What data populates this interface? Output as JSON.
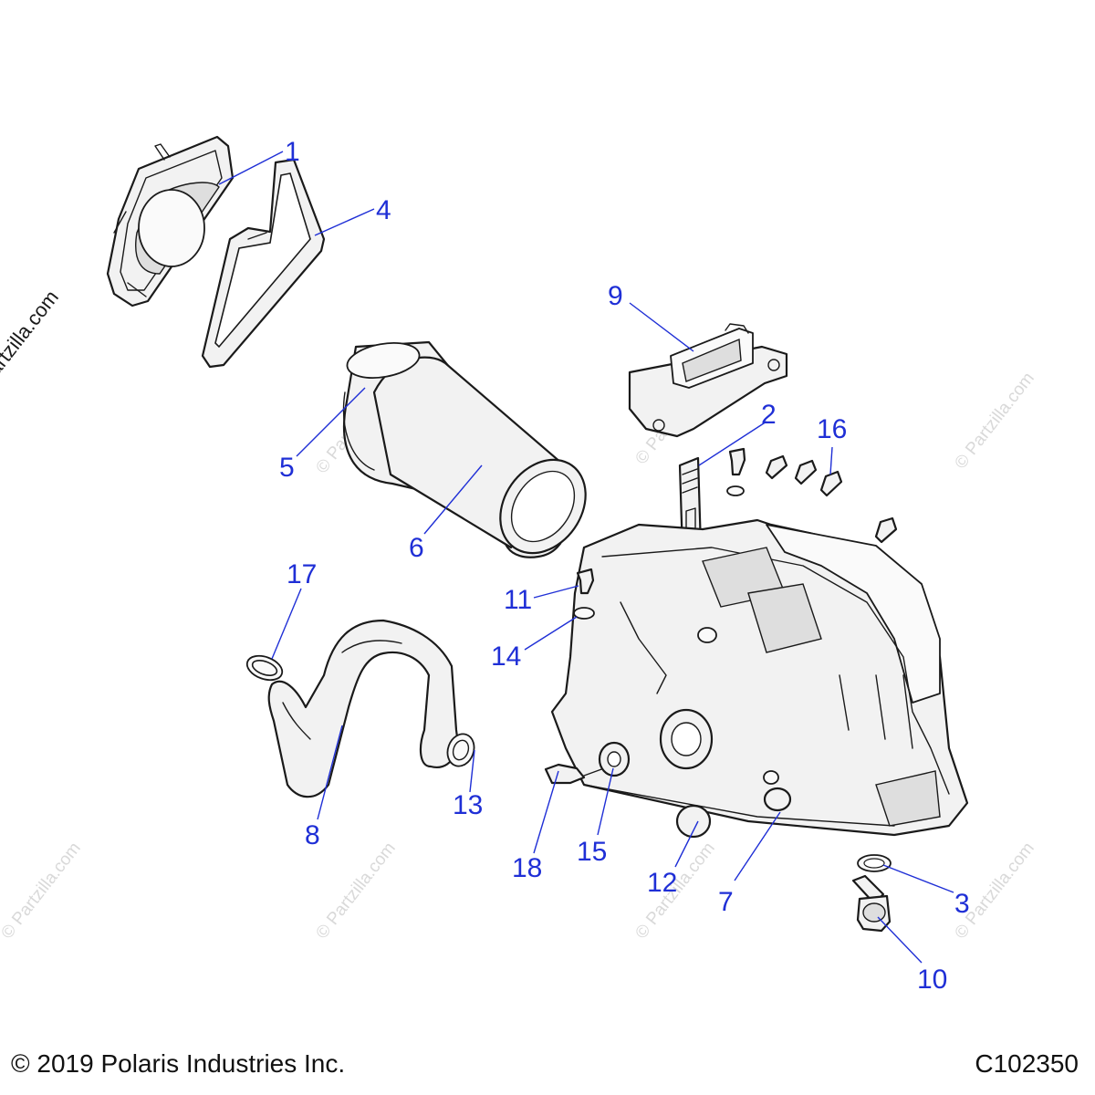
{
  "watermark": {
    "side": "© Partzilla.com",
    "tile": "© Partzilla.com"
  },
  "callouts": [
    {
      "id": "1",
      "label": "1"
    },
    {
      "id": "2",
      "label": "2"
    },
    {
      "id": "3",
      "label": "3"
    },
    {
      "id": "4",
      "label": "4"
    },
    {
      "id": "5",
      "label": "5"
    },
    {
      "id": "6",
      "label": "6"
    },
    {
      "id": "7",
      "label": "7"
    },
    {
      "id": "8",
      "label": "8"
    },
    {
      "id": "9",
      "label": "9"
    },
    {
      "id": "10",
      "label": "10"
    },
    {
      "id": "11",
      "label": "11"
    },
    {
      "id": "12",
      "label": "12"
    },
    {
      "id": "13",
      "label": "13"
    },
    {
      "id": "14",
      "label": "14"
    },
    {
      "id": "15",
      "label": "15"
    },
    {
      "id": "16",
      "label": "16"
    },
    {
      "id": "17",
      "label": "17"
    },
    {
      "id": "18",
      "label": "18"
    }
  ],
  "footer": {
    "copyright": "© 2019 Polaris Industries Inc.",
    "diagram_code": "C102350"
  },
  "colors": {
    "callout": "#1f2fd6",
    "outline": "#1a1a1a",
    "part_fill": "#f2f2f2",
    "watermark": "#d9d9d9"
  }
}
